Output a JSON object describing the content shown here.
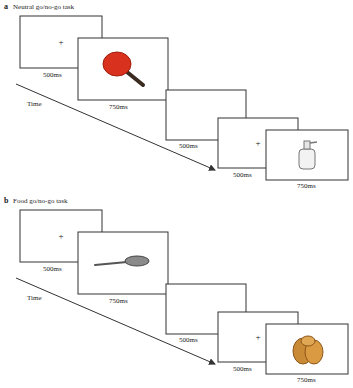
{
  "diagram": {
    "nodes": [
      {
        "text": [
          "+"
        ]
      },
      {
        "text": [
          "+"
        ]
      },
      {
        "text": [
          "+"
        ]
      },
      {
        "text": [
          "+"
        ]
      }
    ],
    "labels": [
      "a",
      "Neutral go/no-go task",
      "500ms",
      "750ms",
      "500ms",
      "500ms",
      "750ms",
      "Time",
      "b",
      "Food go/no-go task",
      "500ms",
      "750ms",
      "500ms",
      "500ms",
      "750ms",
      "Time"
    ]
  }
}
